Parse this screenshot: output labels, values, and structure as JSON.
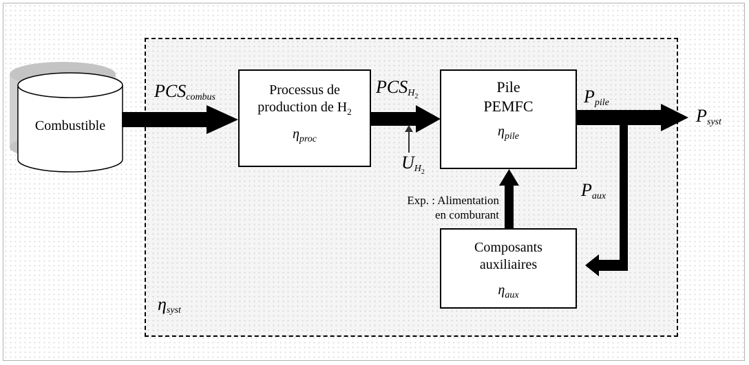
{
  "fuel": {
    "label": "Combustible"
  },
  "boxes": {
    "process": {
      "line1": "Processus de",
      "line2_prefix": "production de H",
      "line2_sub": "2",
      "eta_symbol": "η",
      "eta_sub": "proc"
    },
    "stack": {
      "line1": "Pile",
      "line2": "PEMFC",
      "eta_symbol": "η",
      "eta_sub": "pile"
    },
    "aux": {
      "line1": "Composants",
      "line2": "auxiliaires",
      "eta_symbol": "η",
      "eta_sub": "aux"
    }
  },
  "labels": {
    "pcs_combus": {
      "main": "PCS",
      "sub": "combus"
    },
    "pcs_h2": {
      "main": "PCS",
      "sub": "H",
      "subsub": "2"
    },
    "u_h2": {
      "main": "U",
      "sub": "H",
      "subsub": "2"
    },
    "p_pile": {
      "main": "P",
      "sub": "pile"
    },
    "p_syst": {
      "main": "P",
      "sub": "syst"
    },
    "p_aux": {
      "main": "P",
      "sub": "aux"
    },
    "eta_syst": {
      "symbol": "η",
      "sub": "syst"
    }
  },
  "notes": {
    "example_line1": "Exp. : Alimentation",
    "example_line2": "en comburant"
  },
  "colors": {
    "arrows": "#000000",
    "background_dots": "#dcdcdc",
    "system_fill": "#f5f5f5",
    "cylinder_shadow": "#c8c8c8"
  }
}
